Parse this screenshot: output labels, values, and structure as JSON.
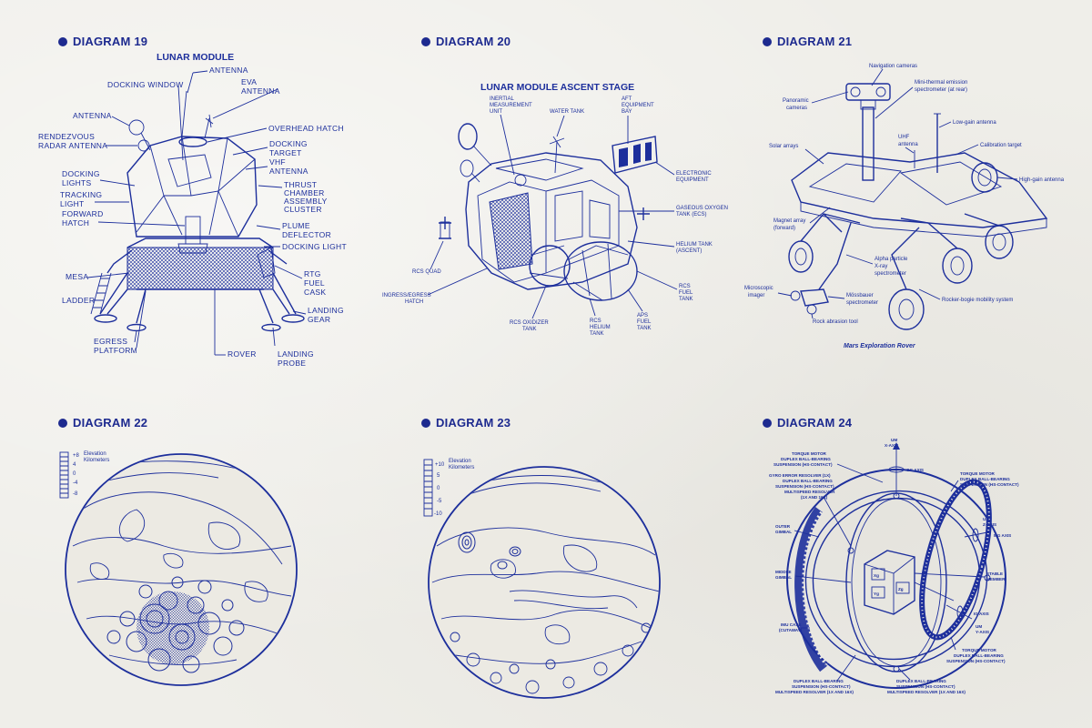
{
  "diagrams": [
    {
      "heading": "DIAGRAM 19",
      "title": "LUNAR MODULE",
      "labels": {
        "antenna_top": "ANTENNA",
        "docking_window": "DOCKING WINDOW",
        "eva_antenna_1": "EVA",
        "eva_antenna_2": "ANTENNA",
        "antenna_left": "ANTENNA",
        "overhead_hatch": "OVERHEAD HATCH",
        "rendezvous_1": "RENDEZVOUS",
        "rendezvous_2": "RADAR ANTENNA",
        "docking_target_1": "DOCKING",
        "docking_target_2": "TARGET",
        "vhf_antenna_1": "VHF",
        "vhf_antenna_2": "ANTENNA",
        "docking_lights_1": "DOCKING",
        "docking_lights_2": "LIGHTS",
        "thrust_1": "THRUST",
        "thrust_2": "CHAMBER",
        "thrust_3": "ASSEMBLY",
        "thrust_4": "CLUSTER",
        "tracking_light_1": "TRACKING",
        "tracking_light_2": "LIGHT",
        "forward_hatch_1": "FORWARD",
        "forward_hatch_2": "HATCH",
        "plume_1": "PLUME",
        "plume_2": "DEFLECTOR",
        "docking_light": "DOCKING LIGHT",
        "mesa": "MESA",
        "rtg_1": "RTG",
        "rtg_2": "FUEL",
        "rtg_3": "CASK",
        "ladder": "LADDER",
        "landing_gear_1": "LANDING",
        "landing_gear_2": "GEAR",
        "egress_1": "EGRESS",
        "egress_2": "PLATFORM",
        "rover": "ROVER",
        "landing_probe_1": "LANDING",
        "landing_probe_2": "PROBE"
      }
    },
    {
      "heading": "DIAGRAM 20",
      "title": "LUNAR MODULE ASCENT STAGE",
      "labels": {
        "imu_1": "INERTIAL",
        "imu_2": "MEASUREMENT",
        "imu_3": "UNIT",
        "water_tank": "WATER TANK",
        "aft_1": "AFT",
        "aft_2": "EQUIPMENT",
        "aft_3": "BAY",
        "electronic_1": "ELECTRONIC",
        "electronic_2": "EQUIPMENT",
        "gox_1": "GASEOUS OXYGEN",
        "gox_2": "TANK (ECS)",
        "helium_ascent_1": "HELIUM TANK",
        "helium_ascent_2": "(ASCENT)",
        "rcs_quad": "RCS QUAD",
        "rcs_fuel_1": "RCS",
        "rcs_fuel_2": "FUEL",
        "rcs_fuel_3": "TANK",
        "ingress_1": "INGRESS/EGRESS",
        "ingress_2": "HATCH",
        "rcs_ox_1": "RCS OXIDIZER",
        "rcs_ox_2": "TANK",
        "rcs_he_1": "RCS",
        "rcs_he_2": "HELIUM",
        "rcs_he_3": "TANK",
        "aps_1": "APS",
        "aps_2": "FUEL",
        "aps_3": "TANK"
      }
    },
    {
      "heading": "DIAGRAM 21",
      "title": "Mars Exploration Rover",
      "labels": {
        "nav_cameras": "Navigation cameras",
        "pan_1": "Panoramic",
        "pan_2": "cameras",
        "minites_1": "Mini-thermal emission",
        "minites_2": "spectrometer (at rear)",
        "lga": "Low-gain antenna",
        "uhf_1": "UHF",
        "uhf_2": "antenna",
        "solar": "Solar arrays",
        "calibration": "Calibration target",
        "hga": "High-gain antenna",
        "magnet_1": "Magnet array",
        "magnet_2": "(forward)",
        "apxs_1": "Alpha particle",
        "apxs_2": "X-ray",
        "apxs_3": "spectrometer",
        "micro_1": "Microscopic",
        "micro_2": "imager",
        "moss_1": "Mössbauer",
        "moss_2": "spectrometer",
        "rocker": "Rocker-bogie mobility system",
        "rat": "Rock abrasion tool"
      }
    },
    {
      "heading": "DIAGRAM 22",
      "legend": {
        "title_1": "Elevation",
        "title_2": "Kilometers",
        "ticks": [
          "+8",
          "4",
          "0",
          "-4",
          "-8"
        ]
      }
    },
    {
      "heading": "DIAGRAM 23",
      "legend": {
        "title_1": "Elevation",
        "title_2": "Kilometers",
        "ticks": [
          "+10",
          "5",
          "0",
          "-5",
          "-10"
        ]
      }
    },
    {
      "heading": "DIAGRAM 24",
      "labels": {
        "um_x_1": "UM",
        "um_x_2": "X-AXIS",
        "og_axis": "OG AXIS",
        "torque_top_1": "TORQUE MOTOR",
        "torque_top_2": "DUPLEX BALL-BEARING",
        "torque_top_3": "SUSPENSION (HS-CONTACT)",
        "gyro_1": "GYRO ERROR RESOLVER (1X)",
        "gyro_2": "DUPLEX BALL-BEARING",
        "gyro_3": "SUSPENSION (HS-CONTACT)",
        "gyro_4": "MULTISPEED RESOLVER",
        "gyro_5": "(1X AND 16X)",
        "torque_right_1": "TORQUE MOTOR",
        "torque_right_2": "DUPLEX BALL-BEARING",
        "torque_right_3": "SUSPENSION (HS-CONTACT)",
        "um_z_1": "UM",
        "um_z_2": "Z-AXIS",
        "mg_axis": "MG AXIS",
        "outer_1": "OUTER",
        "outer_2": "GIMBAL",
        "stable_1": "STABLE",
        "stable_2": "MEMBER",
        "middle_1": "MIDDLE",
        "middle_2": "GIMBAL",
        "ig_axis": "IG AXIS",
        "um_y_1": "UM",
        "um_y_2": "Y-AXIS",
        "imu_case_1": "IMU CASE",
        "imu_case_2": "(CUTAWAY)",
        "torque_br_1": "TORQUE MOTOR",
        "torque_br_2": "DUPLEX BALL-BEARING",
        "torque_br_3": "SUSPENSION (HS-CONTACT)",
        "duplex_l_1": "DUPLEX BALL-BEARING",
        "duplex_l_2": "SUSPENSION (HS-CONTACT)",
        "duplex_l_3": "MULTISPEED RESOLVER (1X AND 16X)",
        "duplex_r_1": "DUPLEX BALL-BEARING",
        "duplex_r_2": "SUSPENSION (HS-CONTACT)",
        "duplex_r_3": "MULTISPEED RESOLVER (1X AND 16X)",
        "xg": "Xg",
        "yg": "Yg",
        "zg": "Zg"
      }
    }
  ]
}
